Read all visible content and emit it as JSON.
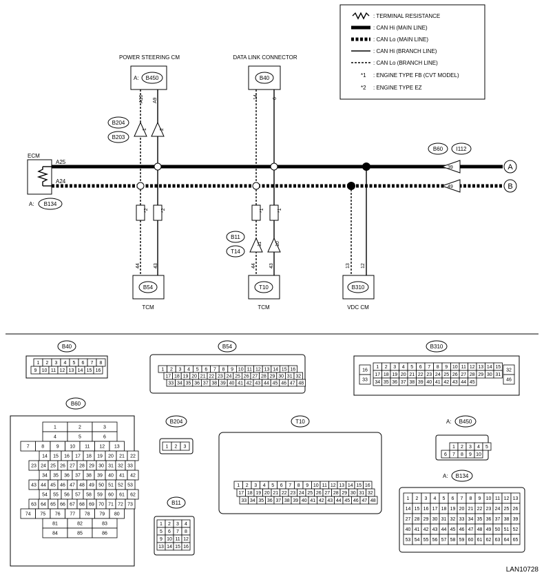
{
  "legend": {
    "items": [
      {
        "symbol": "resistance",
        "text": ": TERMINAL RESISTANCE"
      },
      {
        "symbol": "thick",
        "text": ": CAN Hi (MAIN LINE)"
      },
      {
        "symbol": "thickdash",
        "text": ": CAN Lo (MAIN LINE)"
      },
      {
        "symbol": "thin",
        "text": ": CAN Hi (BRANCH LINE)"
      },
      {
        "symbol": "thindash",
        "text": ": CAN Lo (BRANCH LINE)"
      },
      {
        "symbol": "*1",
        "text": ": ENGINE TYPE FB (CVT MODEL)"
      },
      {
        "symbol": "*2",
        "text": ": ENGINE TYPE EZ"
      }
    ]
  },
  "components": {
    "power_steering": {
      "title": "POWER STEERING CM",
      "prefix": "A:",
      "conn": "B450",
      "pin_hi": "A9",
      "pin_lo": "A10"
    },
    "data_link": {
      "title": "DATA LINK CONNECTOR",
      "conn": "B40",
      "pin_hi": "6",
      "pin_lo": "14"
    },
    "ecm": {
      "title": "ECM",
      "prefix": "A:",
      "conn": "B134",
      "pin_hi": "A25",
      "pin_lo": "A24"
    },
    "tcm1": {
      "title": "TCM",
      "conn": "B54",
      "pin_hi": "43",
      "pin_lo": "44"
    },
    "tcm2": {
      "title": "TCM",
      "conn": "T10",
      "pin_hi": "43",
      "pin_lo": "44"
    },
    "vdc": {
      "title": "VDC CM",
      "conn": "B310",
      "pin_hi": "12",
      "pin_lo": "13"
    }
  },
  "joints": {
    "b204": "B204",
    "b203": "B203",
    "ps_pin_lo": "1",
    "ps_pin_hi": "2",
    "b11": "B11",
    "t14": "T14",
    "tc_pin_lo": "11",
    "tc_pin_hi": "10",
    "b60": "B60",
    "i112": "I112",
    "out_hi": "39",
    "out_lo": "49"
  },
  "notes": {
    "star1": "*1",
    "star2": "*2"
  },
  "ends": {
    "a": "A",
    "b": "B"
  },
  "connectors": {
    "b40": {
      "label": "B40",
      "rows": [
        [
          "1",
          "2",
          "3",
          "4",
          "5",
          "6",
          "7",
          "8"
        ],
        [
          "9",
          "10",
          "11",
          "12",
          "13",
          "14",
          "15",
          "16"
        ]
      ]
    },
    "b54": {
      "label": "B54",
      "rows": [
        [
          "1",
          "2",
          "3",
          "4",
          "5",
          "6",
          "7",
          "8",
          "9",
          "10",
          "11",
          "12",
          "13",
          "14",
          "15",
          "16"
        ],
        [
          "17",
          "18",
          "19",
          "20",
          "21",
          "22",
          "23",
          "24",
          "25",
          "26",
          "27",
          "28",
          "29",
          "30",
          "31",
          "32"
        ],
        [
          "33",
          "34",
          "35",
          "36",
          "37",
          "38",
          "39",
          "40",
          "41",
          "42",
          "43",
          "44",
          "45",
          "46",
          "47",
          "48"
        ]
      ]
    },
    "b310": {
      "label": "B310",
      "rows": [
        [
          "1",
          "2",
          "3",
          "4",
          "5",
          "6",
          "7",
          "8",
          "9",
          "10",
          "11",
          "12",
          "13",
          "14",
          "15"
        ],
        [
          "17",
          "18",
          "19",
          "20",
          "21",
          "22",
          "23",
          "24",
          "25",
          "26",
          "27",
          "28",
          "29",
          "30",
          "31"
        ],
        [
          "34",
          "35",
          "36",
          "37",
          "38",
          "39",
          "40",
          "41",
          "42",
          "43",
          "44",
          "45"
        ]
      ],
      "left": [
        "16",
        "33"
      ],
      "right": [
        "32",
        "46"
      ]
    },
    "b60": {
      "label": "B60",
      "rows": [
        [
          "1",
          "2",
          "3"
        ],
        [
          "4",
          "5",
          "6"
        ],
        [
          "7",
          "8",
          "9",
          "10",
          "11",
          "12",
          "13"
        ],
        [
          "14",
          "15",
          "16",
          "17",
          "18",
          "19",
          "20",
          "21",
          "22"
        ],
        [
          "23",
          "24",
          "25",
          "26",
          "27",
          "28",
          "29",
          "30",
          "31",
          "32",
          "33"
        ],
        [
          "34",
          "35",
          "36",
          "37",
          "38",
          "39",
          "40",
          "41",
          "42"
        ],
        [
          "43",
          "44",
          "45",
          "46",
          "47",
          "48",
          "49",
          "50",
          "51",
          "52",
          "53"
        ],
        [
          "54",
          "55",
          "56",
          "57",
          "58",
          "59",
          "60",
          "61",
          "62"
        ],
        [
          "63",
          "64",
          "65",
          "66",
          "67",
          "68",
          "69",
          "70",
          "71",
          "72",
          "73"
        ],
        [
          "74",
          "75",
          "76",
          "77",
          "78",
          "79",
          "80"
        ],
        [
          "81",
          "82",
          "83"
        ],
        [
          "84",
          "85",
          "86"
        ]
      ]
    },
    "b204": {
      "label": "B204",
      "rows": [
        [
          "1",
          "2",
          "3"
        ]
      ]
    },
    "t10": {
      "label": "T10",
      "rows": [
        [
          "1",
          "2",
          "3",
          "4",
          "5",
          "6",
          "7",
          "8",
          "9",
          "10",
          "11",
          "12",
          "13",
          "14",
          "15",
          "16"
        ],
        [
          "17",
          "18",
          "19",
          "20",
          "21",
          "22",
          "23",
          "24",
          "25",
          "26",
          "27",
          "28",
          "29",
          "30",
          "31",
          "32"
        ],
        [
          "33",
          "34",
          "35",
          "36",
          "37",
          "38",
          "39",
          "40",
          "41",
          "42",
          "43",
          "44",
          "45",
          "46",
          "47",
          "48"
        ]
      ]
    },
    "b450": {
      "label": "B450",
      "prefix": "A:",
      "rows": [
        [
          "1",
          "2",
          "3",
          "4",
          "5"
        ],
        [
          "6",
          "7",
          "8",
          "9",
          "10"
        ]
      ]
    },
    "b11": {
      "label": "B11",
      "rows": [
        [
          "1",
          "2",
          "3",
          "4"
        ],
        [
          "5",
          "6",
          "7",
          "8"
        ],
        [
          "9",
          "10",
          "11",
          "12"
        ],
        [
          "13",
          "14",
          "15",
          "16"
        ]
      ]
    },
    "b134": {
      "label": "B134",
      "prefix": "A:",
      "rows": [
        [
          "1",
          "2",
          "3",
          "4",
          "5",
          "6",
          "7",
          "8",
          "9",
          "10",
          "11",
          "12",
          "13"
        ],
        [
          "14",
          "15",
          "16",
          "17",
          "18",
          "19",
          "20",
          "21",
          "22",
          "23",
          "24",
          "25",
          "26"
        ],
        [
          "27",
          "28",
          "29",
          "30",
          "31",
          "32",
          "33",
          "34",
          "35",
          "36",
          "37",
          "38",
          "39"
        ],
        [
          "40",
          "41",
          "42",
          "43",
          "44",
          "45",
          "46",
          "47",
          "48",
          "49",
          "50",
          "51",
          "52"
        ],
        [
          "53",
          "54",
          "55",
          "56",
          "57",
          "58",
          "59",
          "60",
          "61",
          "62",
          "63",
          "64",
          "65"
        ]
      ]
    }
  },
  "doc_id": "LAN10728"
}
